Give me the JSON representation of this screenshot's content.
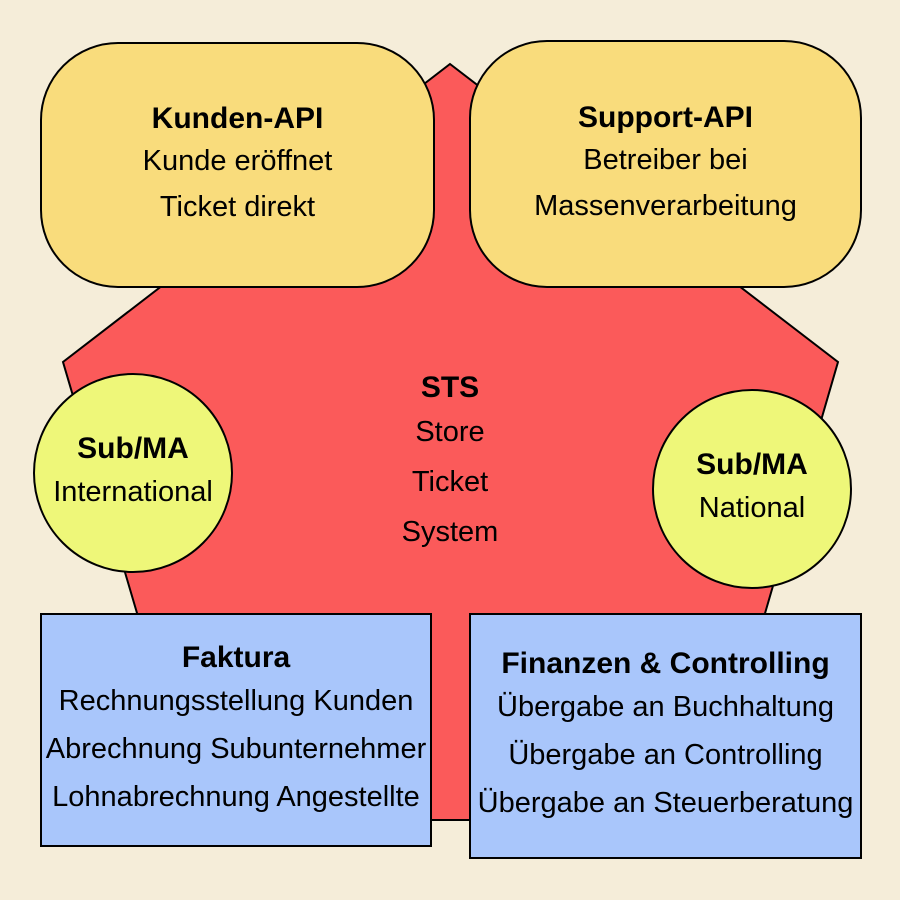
{
  "diagram": {
    "center": {
      "title": "STS",
      "lines": [
        "Store",
        "Ticket",
        "System"
      ]
    },
    "kunden_api": {
      "title": "Kunden-API",
      "lines": [
        "Kunde eröffnet",
        "Ticket direkt"
      ]
    },
    "support_api": {
      "title": "Support-API",
      "lines": [
        "Betreiber bei",
        "Massenverarbeitung"
      ]
    },
    "sub_international": {
      "title": "Sub/MA",
      "lines": [
        "International"
      ]
    },
    "sub_national": {
      "title": "Sub/MA",
      "lines": [
        "National"
      ]
    },
    "faktura": {
      "title": "Faktura",
      "lines": [
        "Rechnungsstellung Kunden",
        "Abrechnung Subunternehmer",
        "Lohnabrechnung Angestellte"
      ]
    },
    "finanzen": {
      "title": "Finanzen & Controlling",
      "lines": [
        "Übergabe an Buchhaltung",
        "Übergabe an Controlling",
        "Übergabe an Steuerberatung"
      ]
    }
  },
  "colors": {
    "background": "#f5edd9",
    "pentagon": "#fb5a5a",
    "api": "#f9dc7c",
    "circle": "#eef779",
    "box": "#a9c6fb"
  }
}
